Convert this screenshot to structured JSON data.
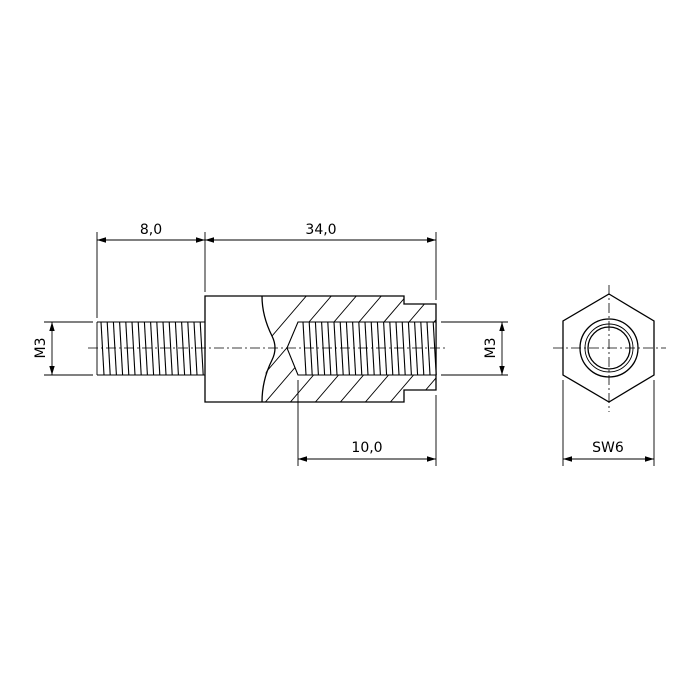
{
  "drawing": {
    "dimensions": {
      "male_thread_length": "8,0",
      "body_length": "34,0",
      "female_thread_depth": "10,0",
      "male_thread_size": "M3",
      "female_thread_size": "M3",
      "wrench_size": "SW6"
    }
  }
}
